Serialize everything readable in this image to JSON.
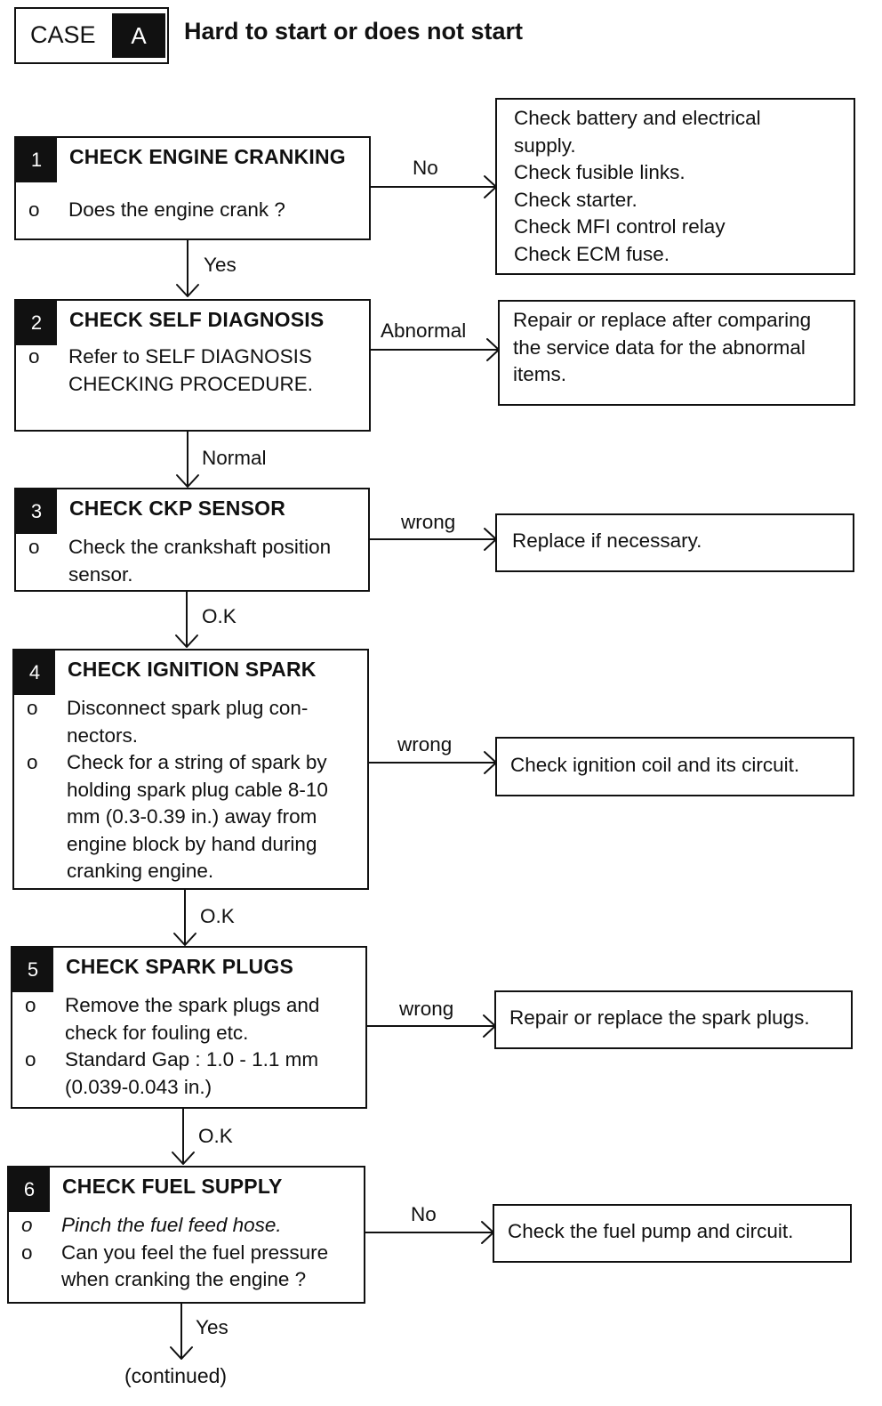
{
  "header": {
    "case_label": "CASE",
    "case_letter": "A",
    "title": "Hard to start or does not start"
  },
  "steps": [
    {
      "number": "1",
      "title": "CHECK ENGINE CRANKING",
      "bullets": [
        {
          "marker": "o",
          "text": "Does the engine crank ?"
        }
      ],
      "fail_label": "No",
      "pass_label": "Yes",
      "result": [
        "Check battery and electrical",
        "supply.",
        "Check fusible links.",
        "Check starter.",
        "Check MFI control relay",
        "Check ECM fuse."
      ]
    },
    {
      "number": "2",
      "title": "CHECK SELF DIAGNOSIS",
      "bullets": [
        {
          "marker": "o",
          "text": "Refer to SELF DIAGNOSIS CHECKING PROCEDURE."
        }
      ],
      "fail_label": "Abnormal",
      "pass_label": "Normal",
      "result": [
        "Repair or replace after comparing",
        "the  service data for the abnormal",
        "items."
      ]
    },
    {
      "number": "3",
      "title": "CHECK CKP SENSOR",
      "bullets": [
        {
          "marker": "o",
          "text": "Check the crankshaft position sensor."
        }
      ],
      "fail_label": "wrong",
      "pass_label": "O.K",
      "result": [
        "Replace if necessary."
      ]
    },
    {
      "number": "4",
      "title": "CHECK IGNITION SPARK",
      "bullets": [
        {
          "marker": "o",
          "text": "Disconnect spark plug con-nectors."
        },
        {
          "marker": "o",
          "text": "Check for a string of spark by holding spark plug cable 8-10 mm (0.3-0.39 in.) away from engine block by hand during cranking engine."
        }
      ],
      "fail_label": "wrong",
      "pass_label": "O.K",
      "result": [
        "Check ignition coil and its circuit."
      ]
    },
    {
      "number": "5",
      "title": "CHECK SPARK PLUGS",
      "bullets": [
        {
          "marker": "o",
          "text": "Remove the spark plugs and check for fouling etc."
        },
        {
          "marker": "o",
          "text": "Standard Gap : 1.0 - 1.1 mm (0.039-0.043 in.)"
        }
      ],
      "fail_label": "wrong",
      "pass_label": "O.K",
      "result": [
        "Repair or replace the spark plugs."
      ]
    },
    {
      "number": "6",
      "title": "CHECK FUEL SUPPLY",
      "bullets": [
        {
          "marker": "o",
          "text": "Pinch the fuel feed hose."
        },
        {
          "marker": "o",
          "text": "Can you feel the fuel pressure when cranking the engine ?"
        }
      ],
      "fail_label": "No",
      "pass_label": "Yes",
      "result": [
        "Check the fuel pump and circuit."
      ]
    }
  ],
  "footer": {
    "continued": "(continued)"
  }
}
